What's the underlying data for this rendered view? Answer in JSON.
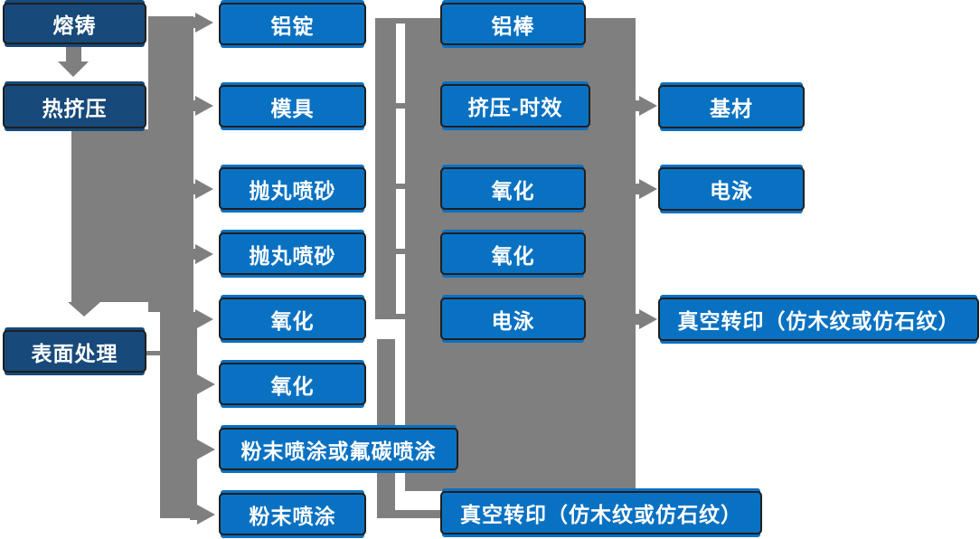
{
  "colors": {
    "stage_box_fill": "#17497A",
    "process_box_fill": "#0971C2",
    "connector_gray": "#7F7F7F",
    "box_border": "#1F1F1F",
    "text": "#FFFFFF"
  },
  "flow": {
    "stage_column": [
      {
        "label": "熔铸"
      },
      {
        "label": "热挤压"
      },
      {
        "label": "表面处理"
      }
    ],
    "prep_column": [
      {
        "label": "铝锭"
      },
      {
        "label": "模具"
      },
      {
        "label": "抛丸喷砂"
      },
      {
        "label": "抛丸喷砂"
      },
      {
        "label": "氧化"
      },
      {
        "label": "氧化"
      },
      {
        "label": "粉末喷涂或氟碳喷涂"
      },
      {
        "label": "粉末喷涂"
      }
    ],
    "treatment_column": [
      {
        "label": "铝棒"
      },
      {
        "label": "挤压-时效"
      },
      {
        "label": "氧化"
      },
      {
        "label": "氧化"
      },
      {
        "label": "电泳"
      },
      {
        "label": "真空转印（仿木纹或仿石纹）"
      }
    ],
    "finish_column": [
      {
        "label": "基材"
      },
      {
        "label": "电泳"
      },
      {
        "label": "真空转印（仿木纹或仿石纹）"
      }
    ]
  }
}
